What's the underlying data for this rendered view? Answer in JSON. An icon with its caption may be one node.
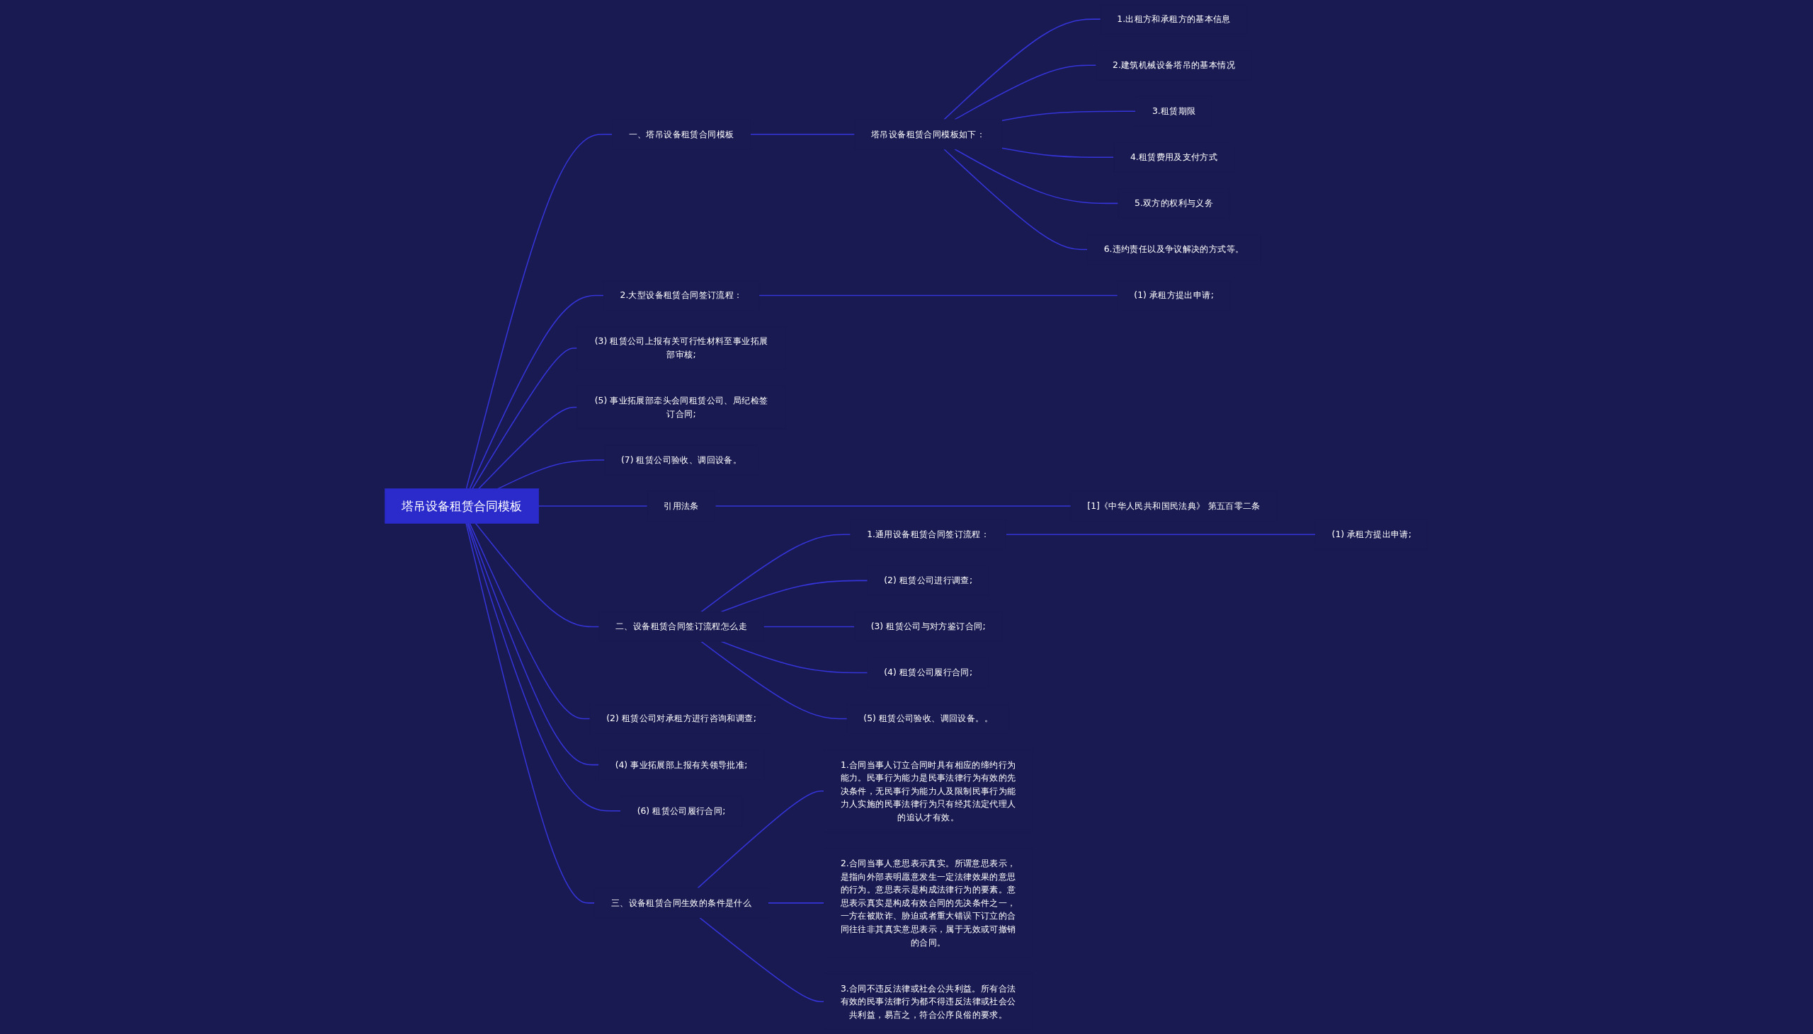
{
  "diagram": {
    "nodes": [
      {
        "text": [
          "塔吊设备租赁合同模板"
        ]
      },
      {
        "text": [
          "一、塔吊设备租赁合同模板"
        ]
      },
      {
        "text": [
          "塔吊设备租赁合同模板如下："
        ]
      },
      {
        "text": [
          "1.出租方和承租方的基本信息"
        ]
      },
      {
        "text": [
          "2.建筑机械设备塔吊的基本情况"
        ]
      },
      {
        "text": [
          "3.租赁期限"
        ]
      },
      {
        "text": [
          "4.租赁费用及支付方式"
        ]
      },
      {
        "text": [
          "5.双方的权利与义务"
        ]
      },
      {
        "text": [
          "6.违约责任以及争议解决的方式等。"
        ]
      },
      {
        "text": [
          "2.大型设备租赁合同签订流程："
        ]
      },
      {
        "text": [
          "(1) 承租方提出申请;"
        ]
      },
      {
        "text": [
          "(3) 租赁公司上报有关可行性材料至事业拓展部审核;"
        ]
      },
      {
        "text": [
          "(5) 事业拓展部牵头会同租赁公司、局纪检签订合同;"
        ]
      },
      {
        "text": [
          "(7) 租赁公司验收、调回设备。"
        ]
      },
      {
        "text": [
          "引用法条"
        ]
      },
      {
        "text": [
          "[1]《中华人民共和国民法典》 第五百零二条"
        ]
      },
      {
        "text": [
          "二、设备租赁合同签订流程怎么走"
        ]
      },
      {
        "text": [
          "1.通用设备租赁合同签订流程："
        ]
      },
      {
        "text": [
          "(1) 承租方提出申请;"
        ]
      },
      {
        "text": [
          "(2) 租赁公司进行调查;"
        ]
      },
      {
        "text": [
          "(3) 租赁公司与对方鉴订合同;"
        ]
      },
      {
        "text": [
          "(4) 租赁公司履行合同;"
        ]
      },
      {
        "text": [
          "(5) 租赁公司验收、调回设备。。"
        ]
      },
      {
        "text": [
          "(2) 租赁公司对承租方进行咨询和调查;"
        ]
      },
      {
        "text": [
          "(4) 事业拓展部上报有关领导批准;"
        ]
      },
      {
        "text": [
          "(6) 租赁公司履行合同;"
        ]
      },
      {
        "text": [
          "三、设备租赁合同生效的条件是什么"
        ]
      },
      {
        "text": [
          "1.合同当事人订立合同时具有相应的缔约行为能力。民事行为能力是民事法律行为有效的先决条件，无民事行为能力人及限制民事行为能力人实施的民事法律行为只有经其法定代理人的追认才有效。"
        ]
      },
      {
        "text": [
          "2.合同当事人意思表示真实。所谓意思表示，是指向外部表明愿意发生一定法律效果的意思的行为。意思表示是构成法律行为的要素。意思表示真实是构成有效合同的先决条件之一，一方在被欺诈、胁迫或者重大错误下订立的合同往往非其真实意思表示，属于无效或可撤销的合同。"
        ]
      },
      {
        "text": [
          "3.合同不违反法律或社会公共利益。所有合法有效的民事法律行为都不得违反法律或社会公共利益，易言之，符合公序良俗的要求。"
        ]
      }
    ],
    "edges": [
      {
        "from": 0,
        "to": 1,
        "arrow": "none"
      },
      {
        "from": 1,
        "to": 2,
        "arrow": "none"
      },
      {
        "from": 2,
        "to": 3,
        "arrow": "none"
      },
      {
        "from": 2,
        "to": 4,
        "arrow": "none"
      },
      {
        "from": 2,
        "to": 5,
        "arrow": "none"
      },
      {
        "from": 2,
        "to": 6,
        "arrow": "none"
      },
      {
        "from": 2,
        "to": 7,
        "arrow": "none"
      },
      {
        "from": 2,
        "to": 8,
        "arrow": "none"
      },
      {
        "from": 0,
        "to": 9,
        "arrow": "none"
      },
      {
        "from": 9,
        "to": 10,
        "arrow": "none"
      },
      {
        "from": 0,
        "to": 11,
        "arrow": "none"
      },
      {
        "from": 0,
        "to": 12,
        "arrow": "none"
      },
      {
        "from": 0,
        "to": 13,
        "arrow": "none"
      },
      {
        "from": 0,
        "to": 14,
        "arrow": "none"
      },
      {
        "from": 14,
        "to": 15,
        "arrow": "none"
      },
      {
        "from": 0,
        "to": 16,
        "arrow": "none"
      },
      {
        "from": 16,
        "to": 17,
        "arrow": "none"
      },
      {
        "from": 17,
        "to": 18,
        "arrow": "none"
      },
      {
        "from": 16,
        "to": 19,
        "arrow": "none"
      },
      {
        "from": 16,
        "to": 20,
        "arrow": "none"
      },
      {
        "from": 16,
        "to": 21,
        "arrow": "none"
      },
      {
        "from": 16,
        "to": 22,
        "arrow": "none"
      },
      {
        "from": 0,
        "to": 23,
        "arrow": "none"
      },
      {
        "from": 0,
        "to": 24,
        "arrow": "none"
      },
      {
        "from": 0,
        "to": 25,
        "arrow": "none"
      },
      {
        "from": 0,
        "to": 26,
        "arrow": "none"
      },
      {
        "from": 26,
        "to": 27,
        "arrow": "none"
      },
      {
        "from": 26,
        "to": 28,
        "arrow": "none"
      },
      {
        "from": 26,
        "to": 29,
        "arrow": "none"
      }
    ]
  }
}
